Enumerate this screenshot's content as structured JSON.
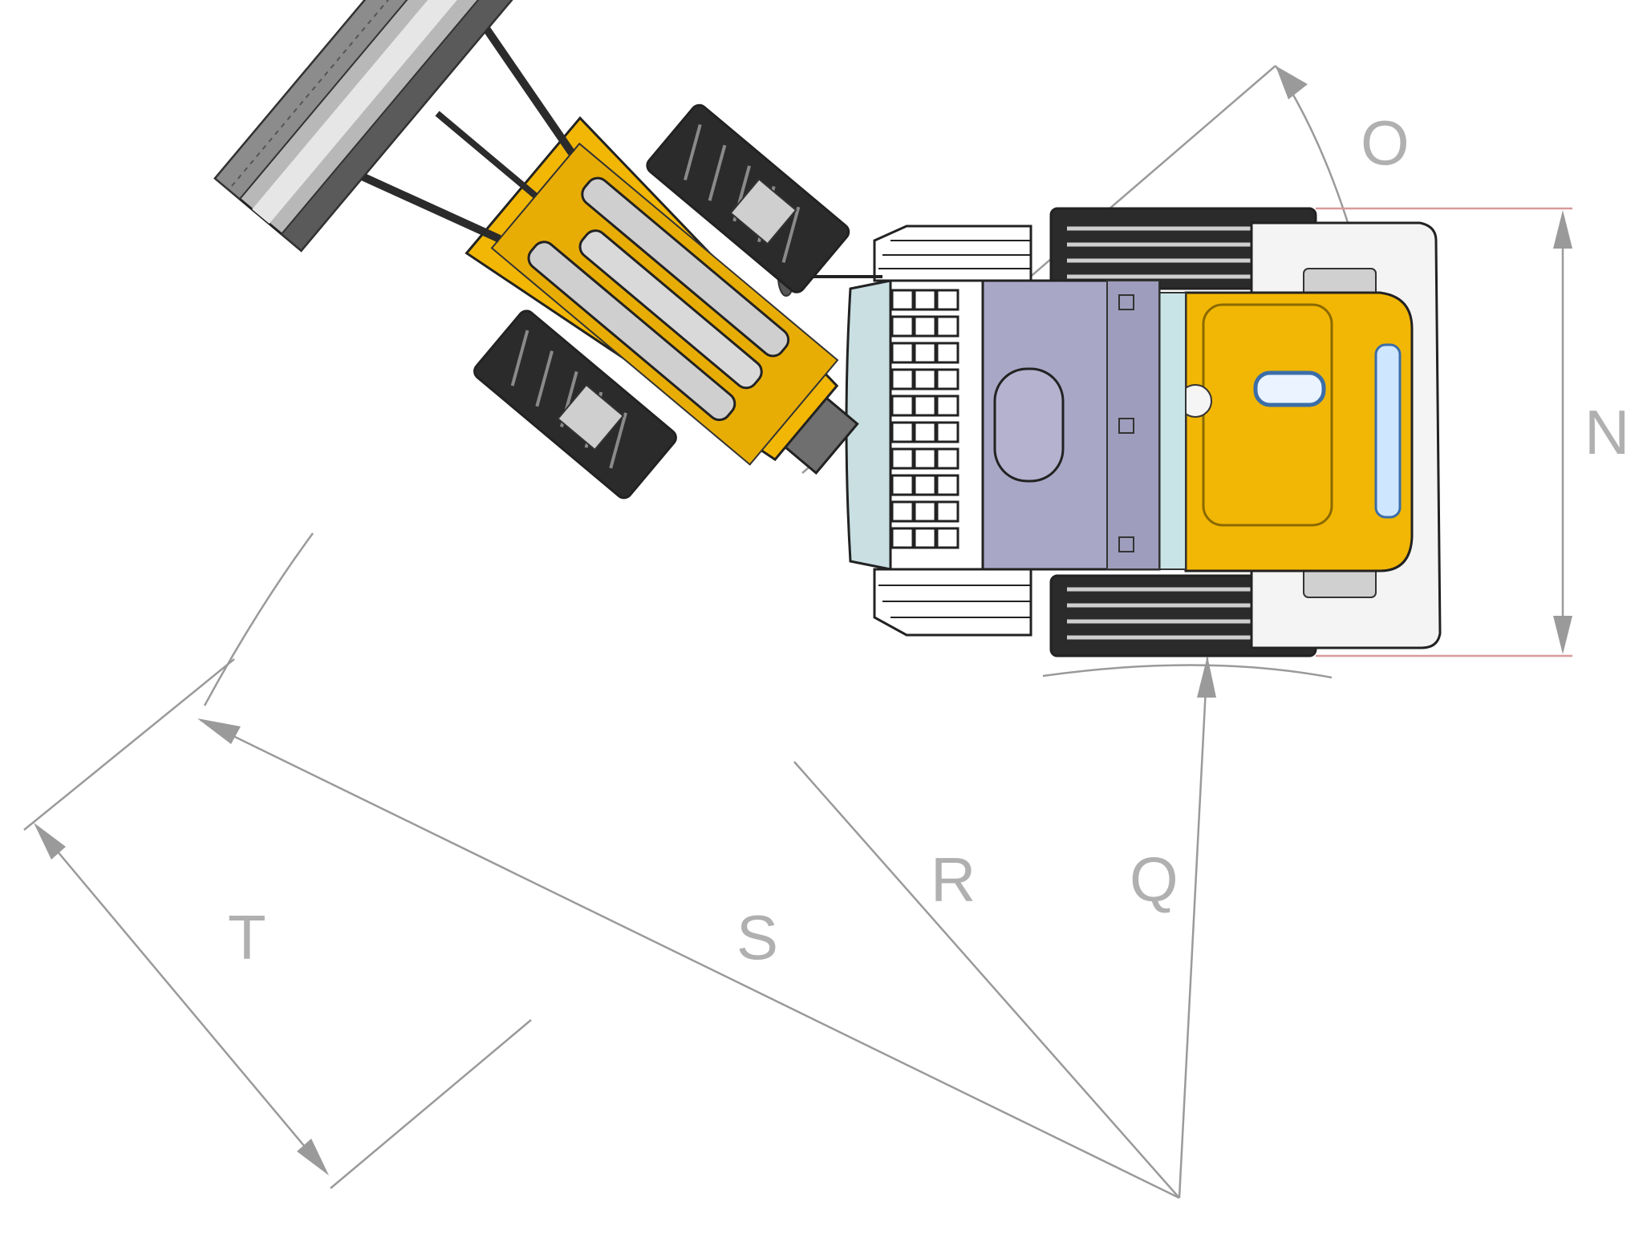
{
  "diagram": {
    "labels": {
      "n": "N",
      "o": "O",
      "q": "Q",
      "r": "R",
      "s": "S",
      "t": "T"
    },
    "colors": {
      "machine_yellow": "#f2b705",
      "cab_lavender": "#a9a7c6",
      "tire_dark": "#2b2b2b",
      "bucket_grey": "#b8b8b8",
      "dimension_grey": "#9a9a9a",
      "dimension_red": "#d89a9a"
    }
  }
}
